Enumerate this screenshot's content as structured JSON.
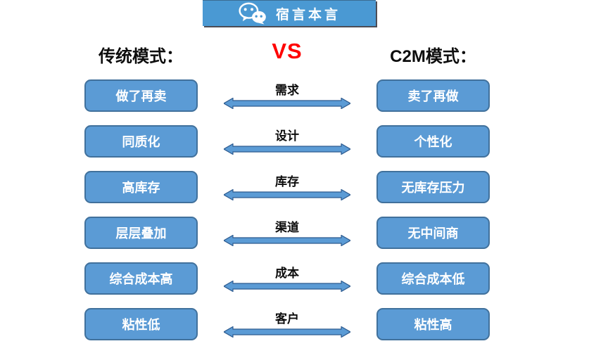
{
  "banner": {
    "title": "宿言本言",
    "icon": "wechat-icon",
    "background_color": "#4A99D3"
  },
  "headers": {
    "left": "传统模式：",
    "vs": "VS",
    "right": "C2M模式：",
    "vs_color": "#FF0000"
  },
  "rows": [
    {
      "left": "做了再卖",
      "center": "需求",
      "right": "卖了再做"
    },
    {
      "left": "同质化",
      "center": "设计",
      "right": "个性化"
    },
    {
      "left": "高库存",
      "center": "库存",
      "right": "无库存压力"
    },
    {
      "left": "层层叠加",
      "center": "渠道",
      "right": "无中间商"
    },
    {
      "left": "综合成本高",
      "center": "成本",
      "right": "综合成本低"
    },
    {
      "left": "粘性低",
      "center": "客户",
      "right": "粘性高"
    }
  ],
  "colors": {
    "box_fill": "#5B9BD5",
    "box_border": "#41719C",
    "arrow_fill": "#5B9BD5",
    "arrow_border": "#2E5B8F",
    "banner_bg": "#4A99D3"
  }
}
